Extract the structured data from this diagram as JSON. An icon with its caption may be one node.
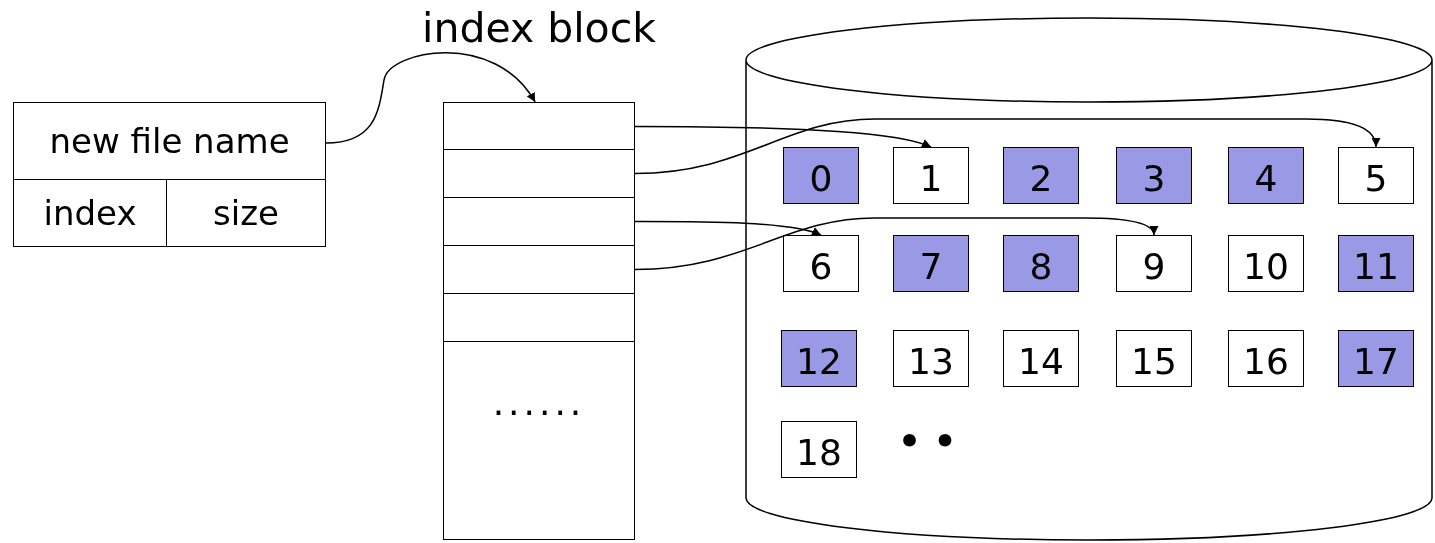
{
  "diagram": {
    "nodes": [
      {
        "text": [
          "new file name"
        ]
      },
      {
        "text": [
          "index"
        ]
      },
      {
        "text": [
          "size"
        ]
      },
      {
        "text": [
          "index block"
        ]
      },
      {
        "text": [],
        "shape": "box",
        "in": 3
      },
      {
        "text": [],
        "shape": "box",
        "in": 3
      },
      {
        "text": [],
        "shape": "box",
        "in": 3
      },
      {
        "text": [],
        "shape": "box",
        "in": 3
      },
      {
        "text": [],
        "shape": "box",
        "in": 3
      },
      {
        "text": [
          "......"
        ],
        "in": 3
      },
      {
        "text": [],
        "shape": "cylinder"
      },
      {
        "text": [
          "0"
        ],
        "in": 10
      },
      {
        "text": [
          "1"
        ],
        "in": 10
      },
      {
        "text": [
          "2"
        ],
        "in": 10
      },
      {
        "text": [
          "3"
        ],
        "in": 10
      },
      {
        "text": [
          "4"
        ],
        "in": 10
      },
      {
        "text": [
          "5"
        ],
        "in": 10
      },
      {
        "text": [
          "6"
        ],
        "in": 10
      },
      {
        "text": [
          "7"
        ],
        "in": 10
      },
      {
        "text": [
          "8"
        ],
        "in": 10
      },
      {
        "text": [
          "9"
        ],
        "in": 10
      },
      {
        "text": [
          "10"
        ],
        "in": 10
      },
      {
        "text": [
          "11"
        ],
        "in": 10
      },
      {
        "text": [
          "12"
        ],
        "in": 10
      },
      {
        "text": [
          "13"
        ],
        "in": 10
      },
      {
        "text": [
          "14"
        ],
        "in": 10
      },
      {
        "text": [
          "15"
        ],
        "in": 10
      },
      {
        "text": [
          "16"
        ],
        "in": 10
      },
      {
        "text": [
          "17"
        ],
        "in": 10
      },
      {
        "text": [
          "18"
        ],
        "in": 10
      }
    ],
    "edges": [
      {
        "from": 0,
        "to": 4,
        "arrow": "to"
      },
      {
        "from": 4,
        "to": 12,
        "arrow": "to"
      },
      {
        "from": 5,
        "to": 16,
        "arrow": "to"
      },
      {
        "from": 6,
        "to": 17,
        "arrow": "to"
      },
      {
        "from": 7,
        "to": 20,
        "arrow": "to"
      }
    ],
    "labels": [
      "• •"
    ]
  }
}
